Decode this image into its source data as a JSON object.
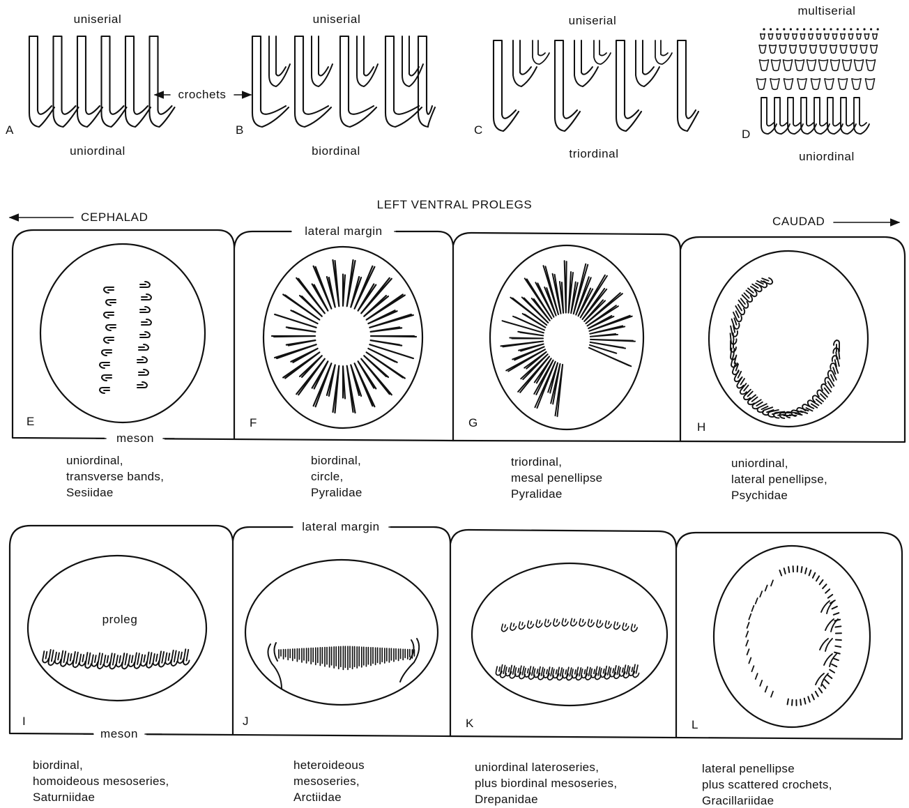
{
  "top_row": {
    "A": {
      "letter": "A",
      "top": "uniserial",
      "bottom": "uniordinal"
    },
    "B": {
      "letter": "B",
      "top": "uniserial",
      "bottom": "biordinal"
    },
    "C": {
      "letter": "C",
      "top": "uniserial",
      "bottom": "triordinal"
    },
    "D": {
      "letter": "D",
      "top": "multiserial",
      "bottom": "uniordinal"
    },
    "crochets": "crochets"
  },
  "heading": "LEFT VENTRAL PROLEGS",
  "cephalad": "CEPHALAD",
  "caudad": "CAUDAD",
  "lateral_margin": "lateral margin",
  "meson": "meson",
  "proleg": "proleg",
  "row1": [
    {
      "letter": "E",
      "lines": [
        "uniordinal,",
        "transverse bands,",
        "Sesiidae"
      ]
    },
    {
      "letter": "F",
      "lines": [
        "biordinal,",
        "circle,",
        "Pyralidae"
      ]
    },
    {
      "letter": "G",
      "lines": [
        "triordinal,",
        "mesal penellipse",
        "Pyralidae"
      ]
    },
    {
      "letter": "H",
      "lines": [
        "uniordinal,",
        "lateral penellipse,",
        "Psychidae"
      ]
    }
  ],
  "row2": [
    {
      "letter": "I",
      "lines": [
        "biordinal,",
        "homoideous mesoseries,",
        "Saturniidae"
      ]
    },
    {
      "letter": "J",
      "lines": [
        "heteroideous",
        "mesoseries,",
        "Arctiidae"
      ]
    },
    {
      "letter": "K",
      "lines": [
        "uniordinal lateroseries,",
        "plus biordinal mesoseries,",
        "Drepanidae"
      ]
    },
    {
      "letter": "L",
      "lines": [
        "lateral penellipse",
        "plus scattered crochets,",
        "Gracillariidae"
      ]
    }
  ]
}
